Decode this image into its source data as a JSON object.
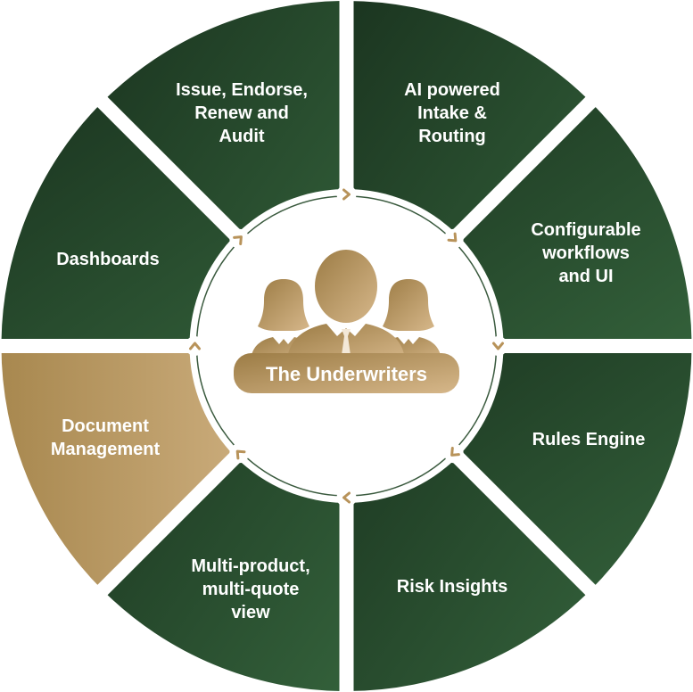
{
  "center": {
    "title": "The Underwriters",
    "icon": "people-group-icon"
  },
  "colors": {
    "segment_dark": "#1e3a22",
    "segment_light": "#2f5a35",
    "highlight_dark": "#a8884f",
    "highlight_light": "#d7b88a",
    "background": "#ffffff",
    "center_ring": "#3a5a3e"
  },
  "segments": [
    {
      "id": "ai-intake",
      "lines": [
        "AI powered",
        "Intake &",
        "Routing"
      ],
      "highlight": false
    },
    {
      "id": "workflows",
      "lines": [
        "Configurable",
        "workflows",
        "and UI"
      ],
      "highlight": false
    },
    {
      "id": "rules",
      "lines": [
        "Rules Engine"
      ],
      "highlight": false
    },
    {
      "id": "risk",
      "lines": [
        "Risk Insights"
      ],
      "highlight": false
    },
    {
      "id": "multi",
      "lines": [
        "Multi-product,",
        "multi-quote",
        "view"
      ],
      "highlight": false
    },
    {
      "id": "documents",
      "lines": [
        "Document",
        "Management"
      ],
      "highlight": true
    },
    {
      "id": "dashboards",
      "lines": [
        "Dashboards"
      ],
      "highlight": false
    },
    {
      "id": "issue",
      "lines": [
        "Issue, Endorse,",
        "Renew and",
        "Audit"
      ],
      "highlight": false
    }
  ]
}
